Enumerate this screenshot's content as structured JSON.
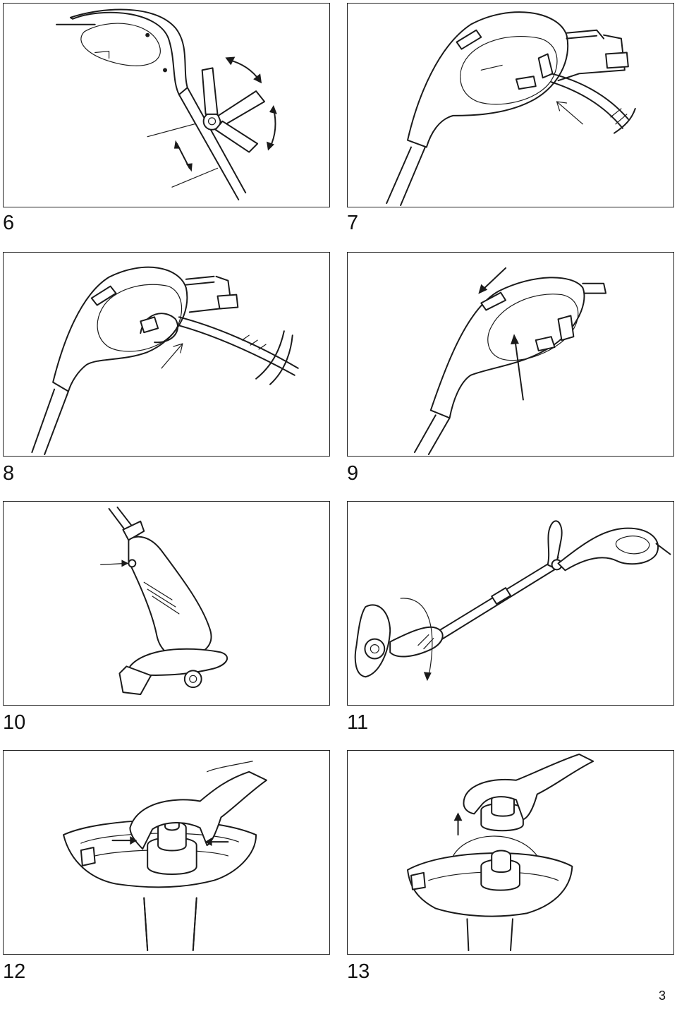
{
  "figures": [
    {
      "number": "6",
      "subject": "handle height adjustment"
    },
    {
      "number": "7",
      "subject": "cord strain relief hook"
    },
    {
      "number": "8",
      "subject": "cord looped on hook"
    },
    {
      "number": "9",
      "subject": "switch lock-off button"
    },
    {
      "number": "10",
      "subject": "motor housing release button"
    },
    {
      "number": "11",
      "subject": "trimmer head rotation"
    },
    {
      "number": "12",
      "subject": "spool cover release tabs"
    },
    {
      "number": "13",
      "subject": "spool cover removal"
    }
  ],
  "page_number": "3"
}
